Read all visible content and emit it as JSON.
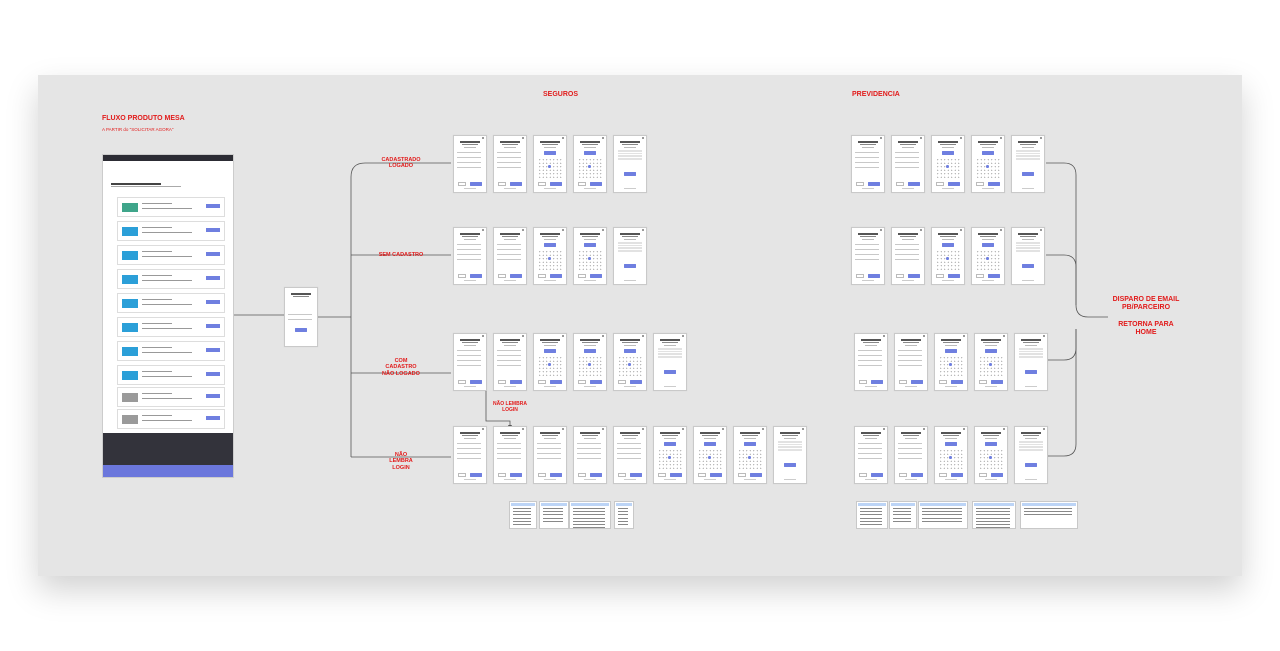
{
  "board": {
    "title": "FLUXO PRODUTO MESA",
    "subtitle": "A PARTIR do \"SOLICITAR AGORA\""
  },
  "sections": {
    "seguros": "SEGUROS",
    "previdencia": "PREVIDENCIA"
  },
  "flows": [
    "CADASTRADO LOGADO",
    "SEM CADASTRO",
    "COM CADASTRO NÃO LOGADO",
    "NÃO LEMBRA LOGIN"
  ],
  "branch_label": "NÃO LEMBRA LOGIN",
  "outcome": {
    "line1": "DISPARO DE EMAIL",
    "line2": "PB/PARCEIRO",
    "line3": "RETORNA PARA",
    "line4": "HOME"
  },
  "colors": {
    "label_red": "#e21b1b",
    "board_bg": "#e5e5e5",
    "primary_button": "#6f7fe0",
    "connector": "#555555"
  }
}
